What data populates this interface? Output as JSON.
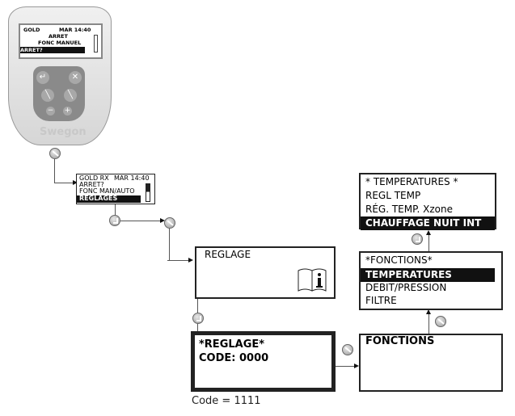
{
  "device": {
    "brand": "Swegon",
    "screen": {
      "line1_left": "GOLD",
      "line1_right": "MAR  14:40",
      "line2": "ARRET",
      "line3": "FONC MANUEL",
      "line4": "ARRET?"
    }
  },
  "screen_menu": {
    "line1_left": "GOLD RX",
    "line1_right": "MAR  14:40",
    "line2": "ARRET?",
    "line3": "FONC MAN/AUTO",
    "line4": "REGLAGES"
  },
  "reglage_box": {
    "title": "REGLAGE"
  },
  "code_box": {
    "line1": "*REGLAGE*",
    "line2": "CODE: 0000",
    "caption": "Code = 1111"
  },
  "fonctions_box": {
    "title": "FONCTIONS"
  },
  "fonctions_menu": {
    "items": [
      "*FONCTIONS*",
      "TEMPERATURES",
      "DEBIT/PRESSION",
      "FILTRE"
    ]
  },
  "temperatures_menu": {
    "items": [
      "* TEMPERATURES *",
      "REGL TEMP",
      "RÉG. TEMP. Xzone",
      "CHAUFFAGE NUIT INT"
    ]
  }
}
